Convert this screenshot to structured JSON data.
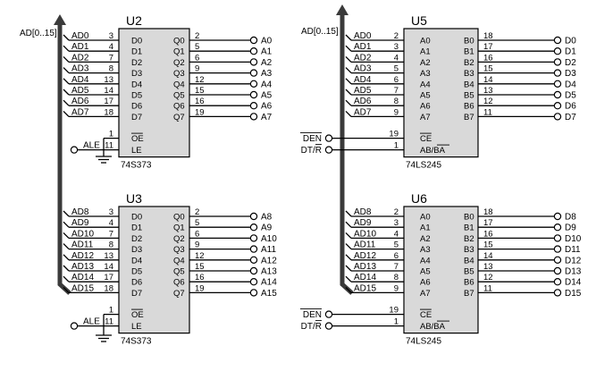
{
  "bus_label_left": "AD[0..15]",
  "bus_label_right": "AD[0..15]",
  "chips": [
    {
      "id": "u2",
      "title": "U2",
      "part": "74S373",
      "in_signals": [
        "AD0",
        "AD1",
        "AD2",
        "AD3",
        "AD4",
        "AD5",
        "AD6",
        "AD7"
      ],
      "in_pins": [
        "3",
        "4",
        "7",
        "8",
        "13",
        "14",
        "17",
        "18"
      ],
      "in_names": [
        "D0",
        "D1",
        "D2",
        "D3",
        "D4",
        "D5",
        "D6",
        "D7"
      ],
      "out_names": [
        "Q0",
        "Q1",
        "Q2",
        "Q3",
        "Q4",
        "Q5",
        "Q6",
        "Q7"
      ],
      "out_pins": [
        "2",
        "5",
        "6",
        "9",
        "12",
        "15",
        "16",
        "19"
      ],
      "out_signals": [
        "A0",
        "A1",
        "A2",
        "A3",
        "A4",
        "A5",
        "A6",
        "A7"
      ],
      "ctrl": [
        {
          "name": "OE",
          "pin": "1",
          "signal": ""
        },
        {
          "name": "LE",
          "pin": "11",
          "signal": "ALE"
        }
      ]
    },
    {
      "id": "u3",
      "title": "U3",
      "part": "74S373",
      "in_signals": [
        "AD8",
        "AD9",
        "AD10",
        "AD11",
        "AD12",
        "AD13",
        "AD14",
        "AD15"
      ],
      "in_pins": [
        "3",
        "4",
        "7",
        "8",
        "13",
        "14",
        "17",
        "18"
      ],
      "in_names": [
        "D0",
        "D1",
        "D2",
        "D3",
        "D4",
        "D5",
        "D6",
        "D7"
      ],
      "out_names": [
        "Q0",
        "Q1",
        "Q2",
        "Q3",
        "Q4",
        "Q5",
        "Q6",
        "Q7"
      ],
      "out_pins": [
        "2",
        "5",
        "6",
        "9",
        "12",
        "15",
        "16",
        "19"
      ],
      "out_signals": [
        "A8",
        "A9",
        "A10",
        "A11",
        "A12",
        "A13",
        "A14",
        "A15"
      ],
      "ctrl": [
        {
          "name": "OE",
          "pin": "1",
          "signal": ""
        },
        {
          "name": "LE",
          "pin": "11",
          "signal": "ALE"
        }
      ]
    },
    {
      "id": "u5",
      "title": "U5",
      "part": "74LS245",
      "in_signals": [
        "AD0",
        "AD1",
        "AD2",
        "AD3",
        "AD4",
        "AD5",
        "AD6",
        "AD7"
      ],
      "in_pins": [
        "2",
        "3",
        "4",
        "5",
        "6",
        "7",
        "8",
        "9"
      ],
      "in_names": [
        "A0",
        "A1",
        "A2",
        "A3",
        "A4",
        "A5",
        "A6",
        "A7"
      ],
      "out_names": [
        "B0",
        "B1",
        "B2",
        "B3",
        "B4",
        "B5",
        "B6",
        "B7"
      ],
      "out_pins": [
        "18",
        "17",
        "16",
        "15",
        "14",
        "13",
        "12",
        "11"
      ],
      "out_signals": [
        "D0",
        "D1",
        "D2",
        "D3",
        "D4",
        "D5",
        "D6",
        "D7"
      ],
      "ctrl": [
        {
          "name": "CE",
          "pin": "19",
          "signal": "DEN"
        },
        {
          "name": "AB/BA",
          "pin": "1",
          "signal": "DT/R"
        }
      ]
    },
    {
      "id": "u6",
      "title": "U6",
      "part": "74LS245",
      "in_signals": [
        "AD8",
        "AD9",
        "AD10",
        "AD11",
        "AD12",
        "AD13",
        "AD14",
        "AD15"
      ],
      "in_pins": [
        "2",
        "3",
        "4",
        "5",
        "6",
        "7",
        "8",
        "9"
      ],
      "in_names": [
        "A0",
        "A1",
        "A2",
        "A3",
        "A4",
        "A5",
        "A6",
        "A7"
      ],
      "out_names": [
        "B0",
        "B1",
        "B2",
        "B3",
        "B4",
        "B5",
        "B6",
        "B7"
      ],
      "out_pins": [
        "18",
        "17",
        "16",
        "15",
        "14",
        "13",
        "12",
        "11"
      ],
      "out_signals": [
        "D8",
        "D9",
        "D10",
        "D11",
        "D12",
        "D13",
        "D14",
        "D15"
      ],
      "ctrl": [
        {
          "name": "CE",
          "pin": "19",
          "signal": "DEN"
        },
        {
          "name": "AB/BA",
          "pin": "1",
          "signal": "DT/R"
        }
      ]
    }
  ]
}
